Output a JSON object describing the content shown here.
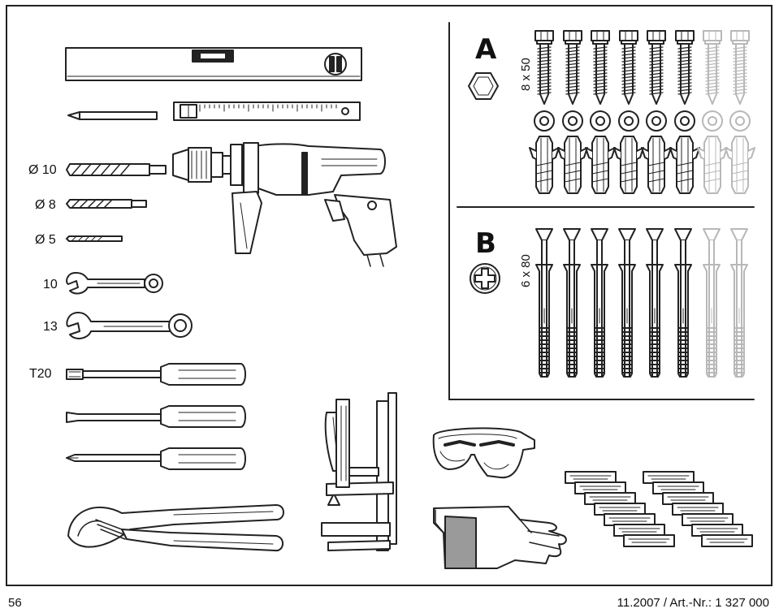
{
  "tool_labels": {
    "drill_10": "Ø 10",
    "drill_8": "Ø 8",
    "drill_5": "Ø 5",
    "wrench_10": "10",
    "wrench_13": "13",
    "screwdriver_t20": "T20"
  },
  "section_a": {
    "letter": "A",
    "size": "8 x 50",
    "set_count": 8,
    "faded_sets": 2
  },
  "section_b": {
    "letter": "B",
    "size": "6 x 80",
    "set_count": 8,
    "faded_sets": 2
  },
  "footer": {
    "page_number": "56",
    "doc_ref": "11.2007 / Art.-Nr.: 1 327 000"
  },
  "colors": {
    "line": "#222222",
    "faded": "#b8b8b8",
    "glove_patch": "#9a9a9a"
  }
}
